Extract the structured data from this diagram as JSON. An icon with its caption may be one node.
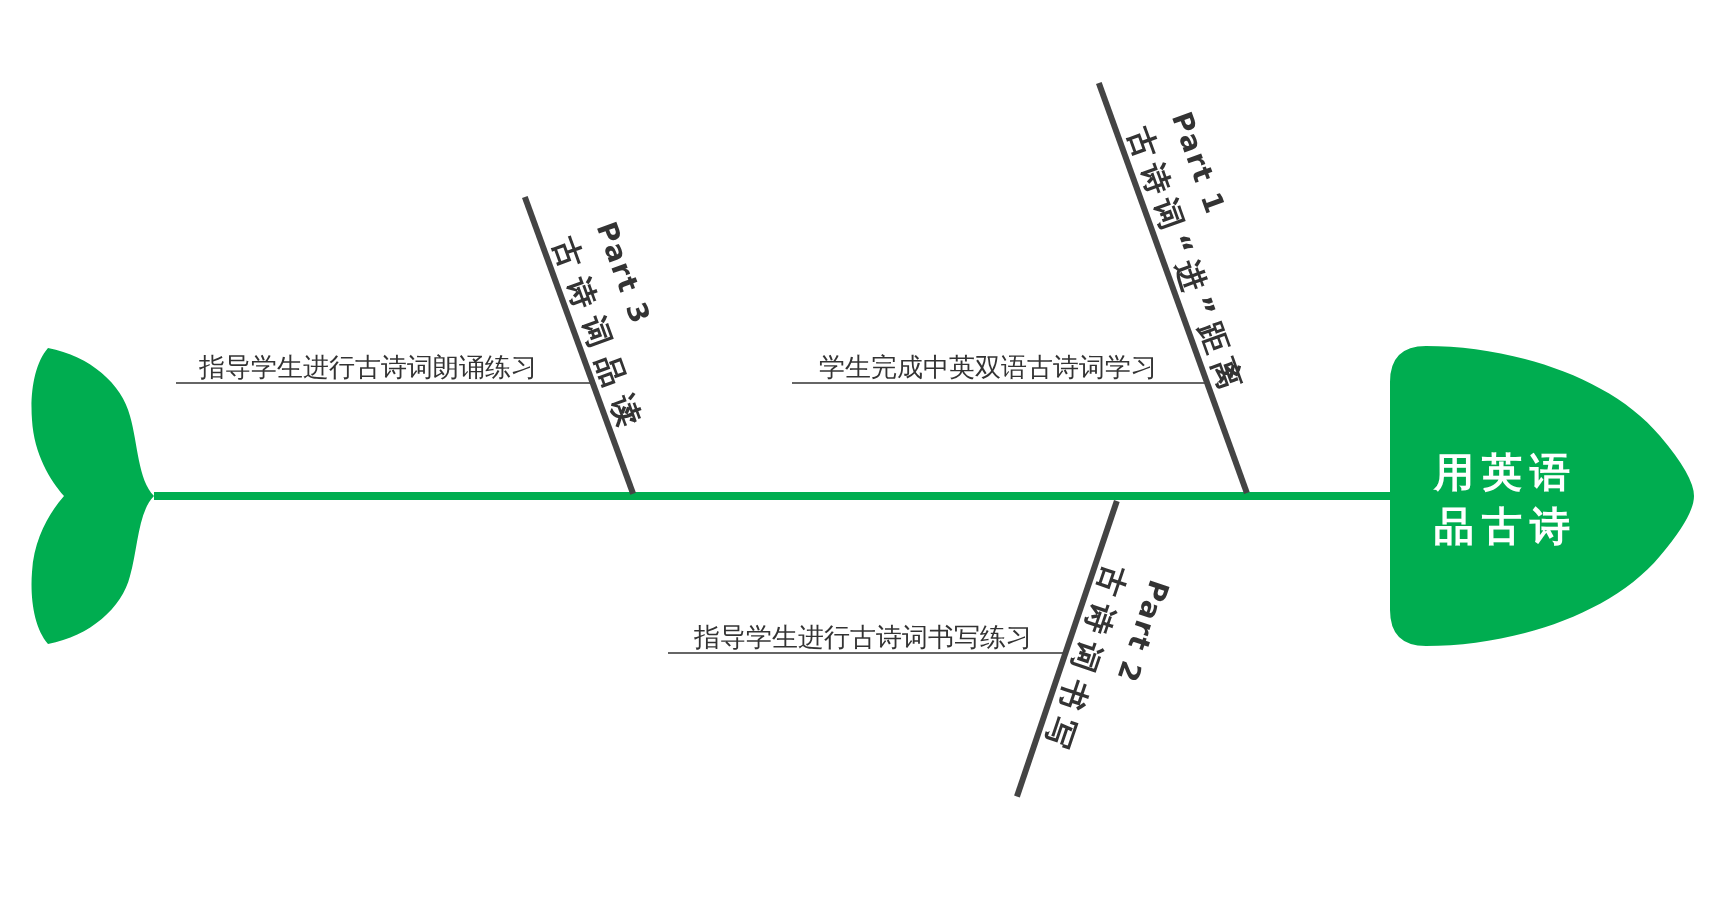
{
  "diagram": {
    "nodes": [
      {
        "text": [
          "用英语品古诗"
        ]
      },
      {
        "text": [
          "Part 1",
          "古诗词“进”距离"
        ]
      },
      {
        "text": [
          "学生完成中英双语古诗词学习"
        ]
      },
      {
        "text": [
          "Part 2",
          "古诗词书写"
        ]
      },
      {
        "text": [
          "指导学生进行古诗词书写练习"
        ]
      },
      {
        "text": [
          "Part 3",
          "古诗词品读"
        ]
      },
      {
        "text": [
          "指导学生进行古诗词朗诵练习"
        ]
      },
      {
        "text": [],
        "shape": "tail"
      }
    ],
    "edges": [
      {
        "from": 7,
        "to": 0,
        "arrow": "none",
        "style": "thick",
        "color": "#00ad50"
      },
      {
        "from": 2,
        "to": 1,
        "arrow": "none"
      },
      {
        "from": 4,
        "to": 3,
        "arrow": "none"
      },
      {
        "from": 6,
        "to": 5,
        "arrow": "none"
      }
    ]
  }
}
